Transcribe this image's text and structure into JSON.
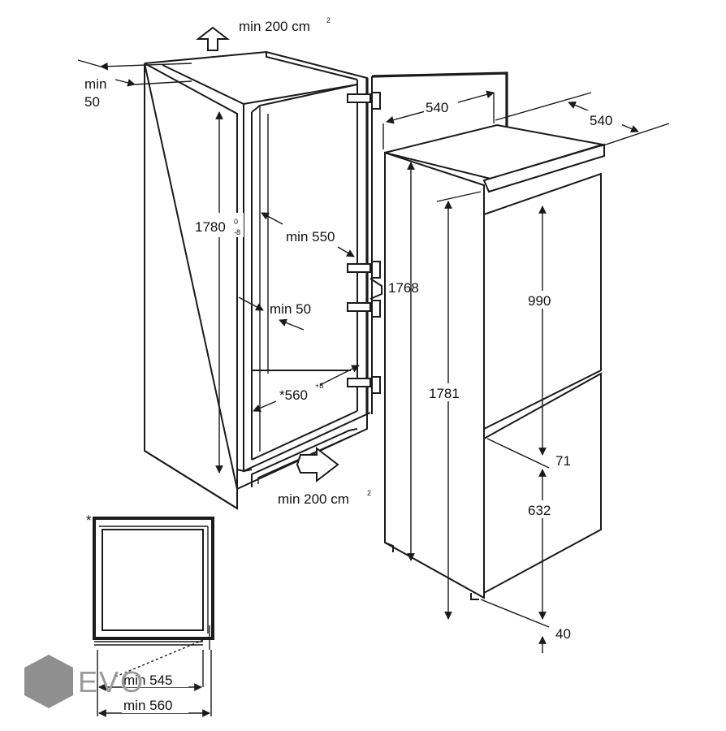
{
  "labels": {
    "vent_top": "min 200 cm",
    "vent_top_sup": "2",
    "vent_bottom": "min 200 cm",
    "vent_bottom_sup": "2",
    "rear_gap_min": "min",
    "rear_gap_val": "50",
    "niche_height": "1780",
    "niche_height_tol_top": "0",
    "niche_height_tol_bot": "-8",
    "inner_depth": "min 550",
    "side_gap": "min 50",
    "niche_width": "*560",
    "niche_width_tol": "+8",
    "hinge_height": "1768",
    "appliance_width": "540",
    "appliance_depth": "540",
    "appliance_height": "1781",
    "upper_door": "990",
    "door_gap": "71",
    "lower_door": "632",
    "plinth": "40",
    "star_note": "*",
    "plan_min_545": "min 545",
    "plan_min_560": "min 560"
  },
  "logo": {
    "text": "EVO",
    "color": "#9a9a9a"
  }
}
